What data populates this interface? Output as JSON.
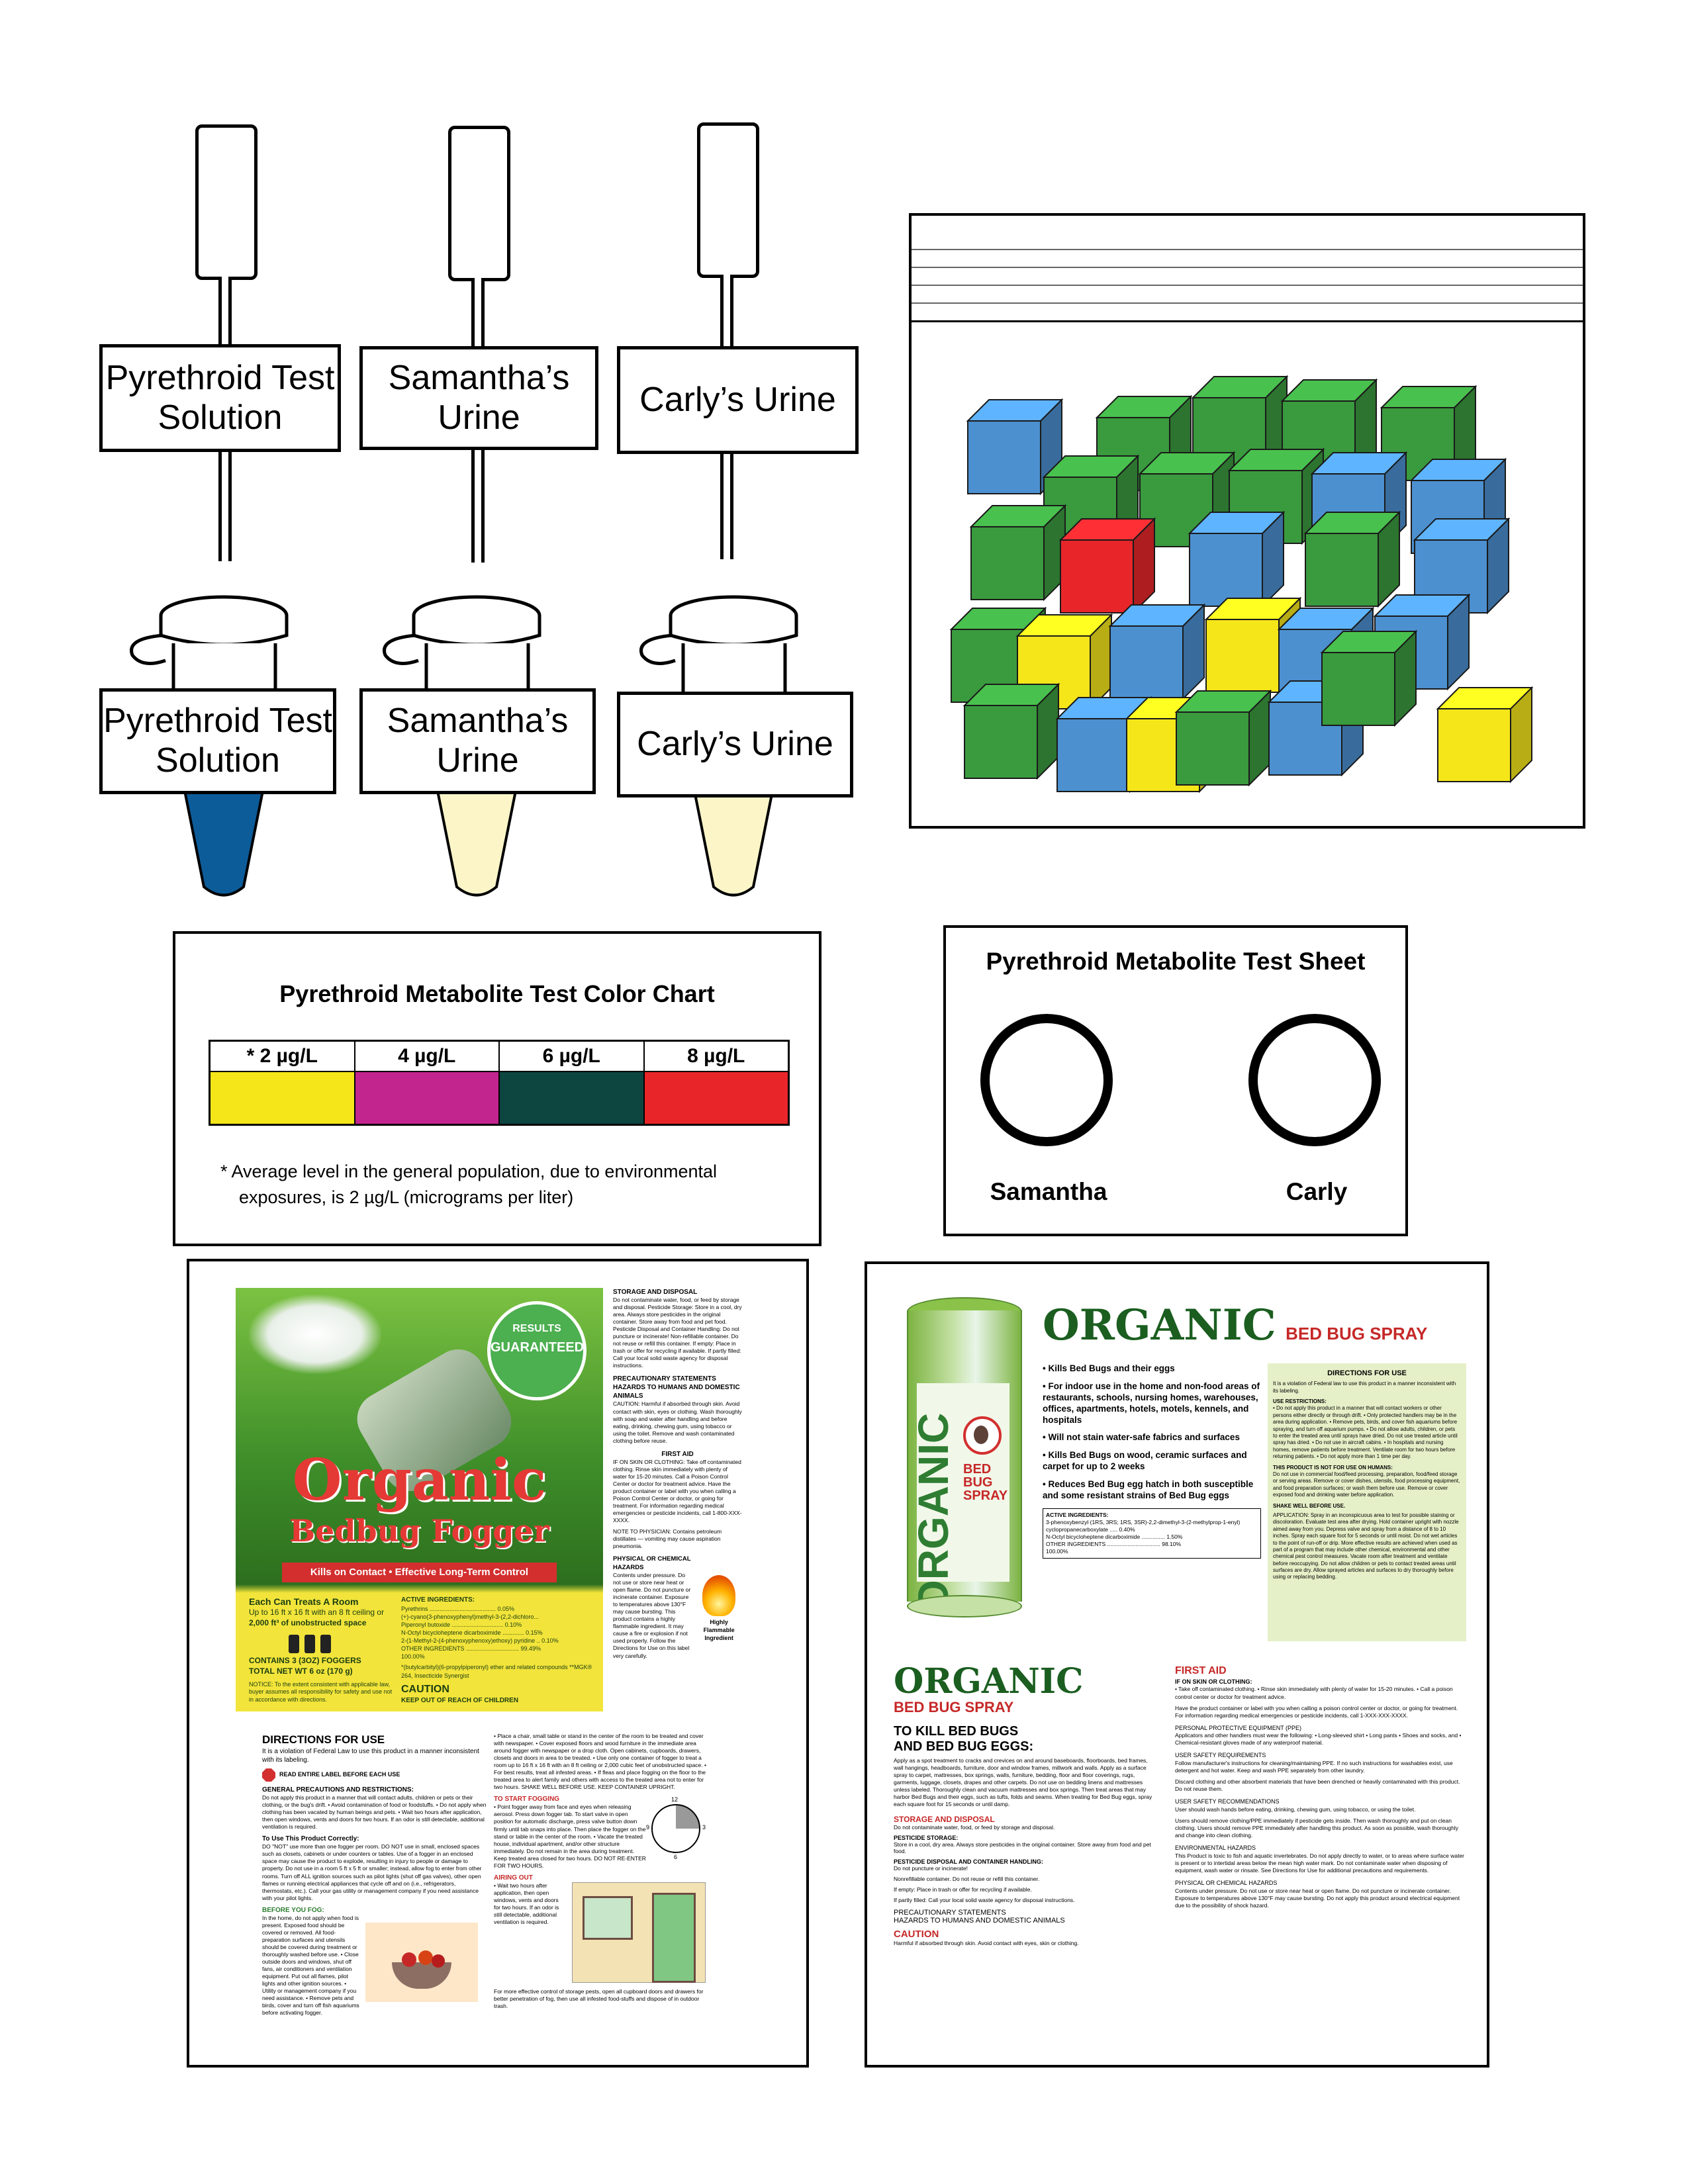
{
  "swabs": [
    {
      "label": "Pyrethroid Test Solution"
    },
    {
      "label": "Samantha’s Urine"
    },
    {
      "label": "Carly’s Urine"
    }
  ],
  "tubes": [
    {
      "label": "Pyrethroid Test Solution",
      "liquid_color": "#0d5c9a"
    },
    {
      "label": "Samantha’s Urine",
      "liquid_color": "#fbf5c8"
    },
    {
      "label": "Carly’s Urine",
      "liquid_color": "#fbf5c8"
    }
  ],
  "color_chart": {
    "title": "Pyrethroid Metabolite Test Color Chart",
    "columns": [
      {
        "label": "* 2 µg/L",
        "color": "#f5e61a"
      },
      {
        "label": "4 µg/L",
        "color": "#c3258f"
      },
      {
        "label": "6 µg/L",
        "color": "#0d4541"
      },
      {
        "label": "8 µg/L",
        "color": "#e8262a"
      }
    ],
    "footnote_line1": "*  Average level in the general population, due to environmental",
    "footnote_line2": "exposures, is 2 µg/L (micrograms per liter)"
  },
  "test_sheet": {
    "title": "Pyrethroid Metabolite Test Sheet",
    "names": [
      "Samantha",
      "Carly"
    ]
  },
  "colors": {
    "block_green": "#3a9a3e",
    "block_blue": "#4c90d0",
    "block_yellow": "#f5e61a",
    "block_red": "#e8262a"
  },
  "fogger_label": {
    "badge_top": "RESULTS",
    "badge_main": "GUARANTEED",
    "brand": "Organic",
    "product": "Bedbug Fogger",
    "banner": "Kills on Contact • Effective Long-Term Control",
    "treats": "Each Can Treats A Room",
    "treats_detail": "Up to 16 ft x 16 ft with an 8 ft ceiling or",
    "treats_detail2": "2,000 ft³ of unobstructed space",
    "contains": "CONTAINS 3 (3OZ) FOGGERS",
    "net_wt": "TOTAL NET WT 6 oz (170 g)",
    "notice": "NOTICE: To the extent consistent with applicable law, buyer assumes all responsibility for safety and use not in accordance with directions.",
    "active_title": "ACTIVE INGREDIENTS:",
    "active_lines": [
      "Pyrethrins ........................................ 0.05%",
      "(+)-cyano(3-phenoxyphenyl)methyl-3-(2,2-dichloro...",
      "Piperonyl butoxide ............................... 0.10%",
      "N-Octyl bicycloheptene dicarboximide ............. 0.15%",
      "2-(1-Methyl-2-(4-phenoxyphenoxy)ethoxy) pyridine .. 0.10%",
      "OTHER INGREDIENTS ................................ 99.49%",
      "                                                   100.00%"
    ],
    "active_note": "*(butylcarbityl)(6-propylpiperonyl) ether and related compounds **MGK® 264, Insecticide Synergist",
    "caution": "CAUTION",
    "keep_out": "KEEP OUT OF REACH OF CHILDREN",
    "storage_title": "STORAGE AND DISPOSAL",
    "storage_text": "Do not contaminate water, food, or feed by storage and disposal. Pesticide Storage: Store in a cool, dry area. Always store pesticides in the original container. Store away from food and pet food. Pesticide Disposal and Container Handling: Do not puncture or incinerate! Non-refillable container. Do not reuse or refill this container. If empty: Place in trash or offer for recycling if available. If partly filled: Call your local solid waste agency for disposal instructions.",
    "precaution_title": "PRECAUTIONARY STATEMENTS HAZARDS TO HUMANS AND DOMESTIC ANIMALS",
    "precaution_text": "CAUTION: Harmful if absorbed through skin. Avoid contact with skin, eyes or clothing. Wash thoroughly with soap and water after handling and before eating, drinking, chewing gum, using tobacco or using the toilet. Remove and wash contaminated clothing before reuse.",
    "first_aid_title": "FIRST AID",
    "first_aid_text": "IF ON SKIN OR CLOTHING: Take off contaminated clothing. Rinse skin immediately with plenty of water for 15-20 minutes. Call a Poison Control Center or doctor for treatment advice. Have the product container or label with you when calling a Poison Control Center or doctor, or going for treatment. For information regarding medical emergencies or pesticide incidents, call 1-800-XXX-XXXX.",
    "physician_note": "NOTE TO PHYSICIAN: Contains petroleum distillates — vomiting may cause aspiration pneumonia.",
    "physical_title": "PHYSICAL OR CHEMICAL HAZARDS",
    "physical_text": "Contents under pressure. Do not use or store near heat or open flame. Do not puncture or incinerate container. Exposure to temperatures above 130°F may cause bursting. This product contains a highly flammable ingredient. It may cause a fire or explosion if not used properly. Follow the Directions for Use on this label very carefully.",
    "flammable": "Highly Flammable Ingredient",
    "directions_title": "DIRECTIONS FOR USE",
    "directions_intro": "It is a violation of Federal Law to use this product in a manner inconsistent with its labeling.",
    "read_label": "READ ENTIRE LABEL BEFORE EACH USE",
    "general_title": "GENERAL PRECAUTIONS AND RESTRICTIONS:",
    "general_text": "Do not apply this product in a manner that will contact adults, children or pets or their clothing, or the bug's drift. • Avoid contamination of food or foodstuffs. • Do not apply when clothing has been vacated by human beings and pets. • Wait two hours after application, then open windows, vents and doors for two hours. If an odor is still detectable, additional ventilation is required.",
    "howto_title": "To Use This Product Correctly:",
    "howto_text": "DO \"NOT\" use more than one fogger per room. DO NOT use in small, enclosed spaces such as closets, cabinets or under counters or tables. Use of a fogger in an enclosed space may cause the product to explode, resulting in injury to people or damage to property. Do not use in a room 5 ft x 5 ft or smaller; instead, allow fog to enter from other rooms. Turn off ALL ignition sources such as pilot lights (shut off gas valves), other open flames or running electrical appliances that cycle off and on (i.e., refrigerators, thermostats, etc.). Call your gas utility or management company if you need assistance with your pilot lights.",
    "before_title": "BEFORE YOU FOG:",
    "before_text": "In the home, do not apply when food is present. Exposed food should be covered or removed. All food-preparation surfaces and utensils should be covered during treatment or thoroughly washed before use. • Close outside doors and windows, shut off fans, air conditioners and ventilation equipment. Put out all flames, pilot lights and other ignition sources. • Utility or management company if you need assistance. • Remove pets and birds, cover and turn off fish aquariums before activating fogger.",
    "chair_text": "• Place a chair, small table or stand in the center of the room to be treated and cover with newspaper. • Cover exposed floors and wood furniture in the immediate area around fogger with newspaper or a drop cloth. Open cabinets, cupboards, drawers, closets and doors in area to be treated. • Use only one container of fogger to treat a room up to 16 ft x 16 ft with an 8 ft ceiling or 2,000 cubic feet of unobstructed space. • For best results, treat all infested areas. • If fleas and place fogging on the floor to the treated area to alert family and others with access to the treated area not to enter for two hours. SHAKE WELL BEFORE USE. KEEP CONTAINER UPRIGHT.",
    "start_title": "TO START FOGGING",
    "start_text": "• Point fogger away from face and eyes when releasing aerosol. Press down fogger tab. To start valve in open position for automatic discharge, press valve button down firmly until tab snaps into place. Then place the fogger on the stand or table in the center of the room. • Vacate the treated house, individual apartment, and/or other structure immediately. Do not remain in the area during treatment. Keep treated area closed for two hours. DO NOT RE-ENTER FOR TWO HOURS.",
    "airing_title": "AIRING OUT",
    "airing_text": "• Wait two hours after application, then open windows, vents and doors for two hours. If an odor is still detectable, additional ventilation is required.",
    "bottom_text": "For more effective control of storage pests, open all cupboard doors and drawers for better penetration of fog, then use all infested food-stuffs and dispose of in outdoor trash.",
    "timer_labels": [
      "12",
      "3",
      "6",
      "9"
    ]
  },
  "spray_label": {
    "brand": "ORGANIC",
    "product": "BED BUG SPRAY",
    "can_brand": "ORGANIC",
    "can_product": "BED BUG SPRAY",
    "bullets": [
      "Kills Bed Bugs and their eggs",
      "For indoor use in the home and non-food areas of restaurants, schools, nursing homes, warehouses, offices, apartments, hotels, motels, kennels, and hospitals",
      "Will not stain water-safe fabrics and surfaces",
      "Kills Bed Bugs on wood, ceramic surfaces and carpet for up to 2 weeks",
      "Reduces Bed Bug egg hatch in both susceptible and some resistant strains of Bed Bug eggs"
    ],
    "active_title": "ACTIVE INGREDIENTS:",
    "active_lines": [
      "3-phenoxybenzyl (1RS, 3RS; 1RS, 3SR)-2,2-dimethyl-3-(2-methylprop-1-enyl) cyclopropanecarboxylate ..... 0.40%",
      "N-Octyl bicycloheptene dicarboximide ............... 1.50%",
      "OTHER INGREDIENTS .................................. 98.10%",
      "                                                     100.00%"
    ],
    "dir_title": "DIRECTIONS FOR USE",
    "dir_intro": "It is a violation of Federal law to use this product in a manner inconsistent with its labeling.",
    "use_title": "USE RESTRICTIONS:",
    "use_text": "• Do not apply this product in a manner that will contact workers or other persons either directly or through drift. • Only protected handlers may be in the area during application. • Remove pets, birds, and cover fish aquariums before spraying, and turn off aquarium pumps. • Do not allow adults, children, or pets to enter the treated area until sprays have dried. Do not use treated article until spray has dried. • Do not use in aircraft cabins. • In hospitals and nursing homes, remove patients before treatment. Ventilate room for two hours before returning patients. • Do not apply more than 1 time per day.",
    "not_for_humans": "THIS PRODUCT IS NOT FOR USE ON HUMANS:",
    "not_for_humans_text": "Do not use in commercial food/feed processing, preparation, food/feed storage or serving areas. Remove or cover dishes, utensils, food processing equipment, and food preparation surfaces; or wash them before use. Remove or cover exposed food and drinking water before application.",
    "shake": "SHAKE WELL BEFORE USE.",
    "application_text": "APPLICATION: Spray in an inconspicuous area to test for possible staining or discoloration. Evaluate test area after drying. Hold container upright with nozzle aimed away from you. Depress valve and spray from a distance of 8 to 10 inches. Spray each square foot for 5 seconds or until moist. Do not wet articles to the point of run-off or drip. More effective results are achieved when used as part of a program that may include other chemical, environmental and other chemical pest control measures. Vacate room after treatment and ventilate before reoccupying. Do not allow children or pets to contact treated areas until surfaces are dry. Allow sprayed articles and surfaces to dry thoroughly before using or replacing bedding.",
    "kill_title1": "TO KILL BED BUGS",
    "kill_title2": "AND BED BUG EGGS:",
    "kill_text": "Apply as a spot treatment to cracks and crevices on and around baseboards, floorboards, bed frames, wall hangings, headboards, furniture, door and window frames, millwork and walls. Apply as a surface spray to carpet, mattresses, box springs, walls, furniture, bedding, floor and floor coverings, rugs, garments, luggage, closets, drapes and other carpets. Do not use on bedding linens and mattresses unless labeled. Thoroughly clean and vacuum mattresses and box springs. Then treat areas that may harbor Bed Bugs and their eggs, such as tufts, folds and seams. When treating for Bed Bug eggs, spray each square foot for 15 seconds or until damp.",
    "storage_title": "STORAGE AND DISPOSAL",
    "storage_intro": "Do not contaminate water, food, or feed by storage and disposal.",
    "storage_p_title": "PESTICIDE STORAGE:",
    "storage_p_text": "Store in a cool, dry area. Always store pesticides in the original container. Store away from food and pet food.",
    "disposal_title": "PESTICIDE DISPOSAL AND CONTAINER HANDLING:",
    "disposal_text": "Do not puncture or incinerate!",
    "nonrefill": "Nonrefillable container. Do not reuse or refill this container.",
    "if_empty": "If empty: Place in trash or offer for recycling if available.",
    "if_partly": "If partly filled: Call your local solid waste agency for disposal instructions.",
    "precaution_title": "PRECAUTIONARY STATEMENTS",
    "precaution_sub": "HAZARDS TO HUMANS AND DOMESTIC ANIMALS",
    "caution": "CAUTION",
    "caution_text": "Harmful if absorbed through skin. Avoid contact with eyes, skin or clothing.",
    "first_aid": "FIRST AID",
    "first_aid_skin": "IF ON SKIN OR CLOTHING:",
    "first_aid_text": "• Take off contaminated clothing. • Rinse skin immediately with plenty of water for 15-20 minutes. • Call a poison control center or doctor for treatment advice.",
    "first_aid_text2": "Have the product container or label with you when calling a poison control center or doctor, or going for treatment. For information regarding medical emergencies or pesticide incidents, call 1-XXX-XXX-XXXX.",
    "ppe_title": "PERSONAL PROTECTIVE EQUIPMENT (PPE)",
    "ppe_text": "Applicators and other handlers must wear the following: • Long-sleeved shirt • Long pants • Shoes and socks, and • Chemical-resistant gloves made of any waterproof material.",
    "usr_title": "USER SAFETY REQUIREMENTS",
    "usr_text": "Follow manufacturer's instructions for cleaning/maintaining PPE. If no such instructions for washables exist, use detergent and hot water. Keep and wash PPE separately from other laundry.",
    "discard_text": "Discard clothing and other absorbent materials that have been drenched or heavily contaminated with this product. Do not reuse them.",
    "usr2_title": "USER SAFETY RECOMMENDATIONS",
    "usr2_text": "User should wash hands before eating, drinking, chewing gum, using tobacco, or using the toilet.",
    "usr2_text2": "Users should remove clothing/PPE immediately if pesticide gets inside. Then wash thoroughly and put on clean clothing. Users should remove PPE immediately after handling this product. As soon as possible, wash thoroughly and change into clean clothing.",
    "env_title": "ENVIRONMENTAL HAZARDS",
    "env_text": "This Product is toxic to fish and aquatic invertebrates. Do not apply directly to water, or to areas where surface water is present or to intertidal areas below the mean high water mark. Do not contaminate water when disposing of equipment, wash water or rinsate. See Directions for Use for additional precautions and requirements.",
    "phys_title": "PHYSICAL OR CHEMICAL HAZARDS",
    "phys_text": "Contents under pressure. Do not use or store near heat or open flame. Do not puncture or incinerate container. Exposure to temperatures above 130°F may cause bursting. Do not apply this product around electrical equipment due to the possibility of shock hazard."
  }
}
